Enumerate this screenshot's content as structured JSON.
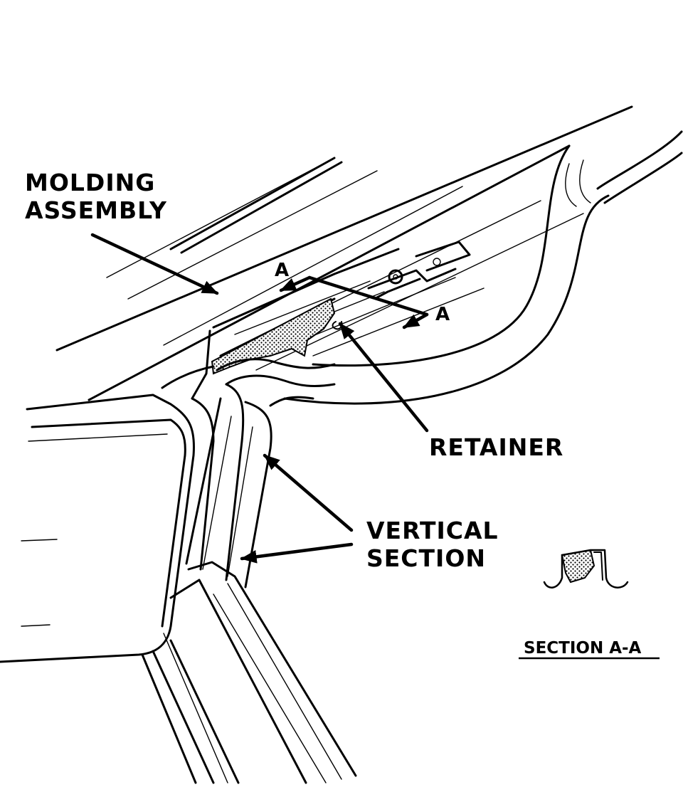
{
  "labels": {
    "molding_line1": "MOLDING",
    "molding_line2": "ASSEMBLY",
    "retainer": "RETAINER",
    "vertical_line1": "VERTICAL",
    "vertical_line2": "SECTION",
    "section_marker_left": "A",
    "section_marker_right": "A",
    "section_caption": "SECTION A-A"
  },
  "colors": {
    "ink": "#000000",
    "paper": "#ffffff"
  }
}
